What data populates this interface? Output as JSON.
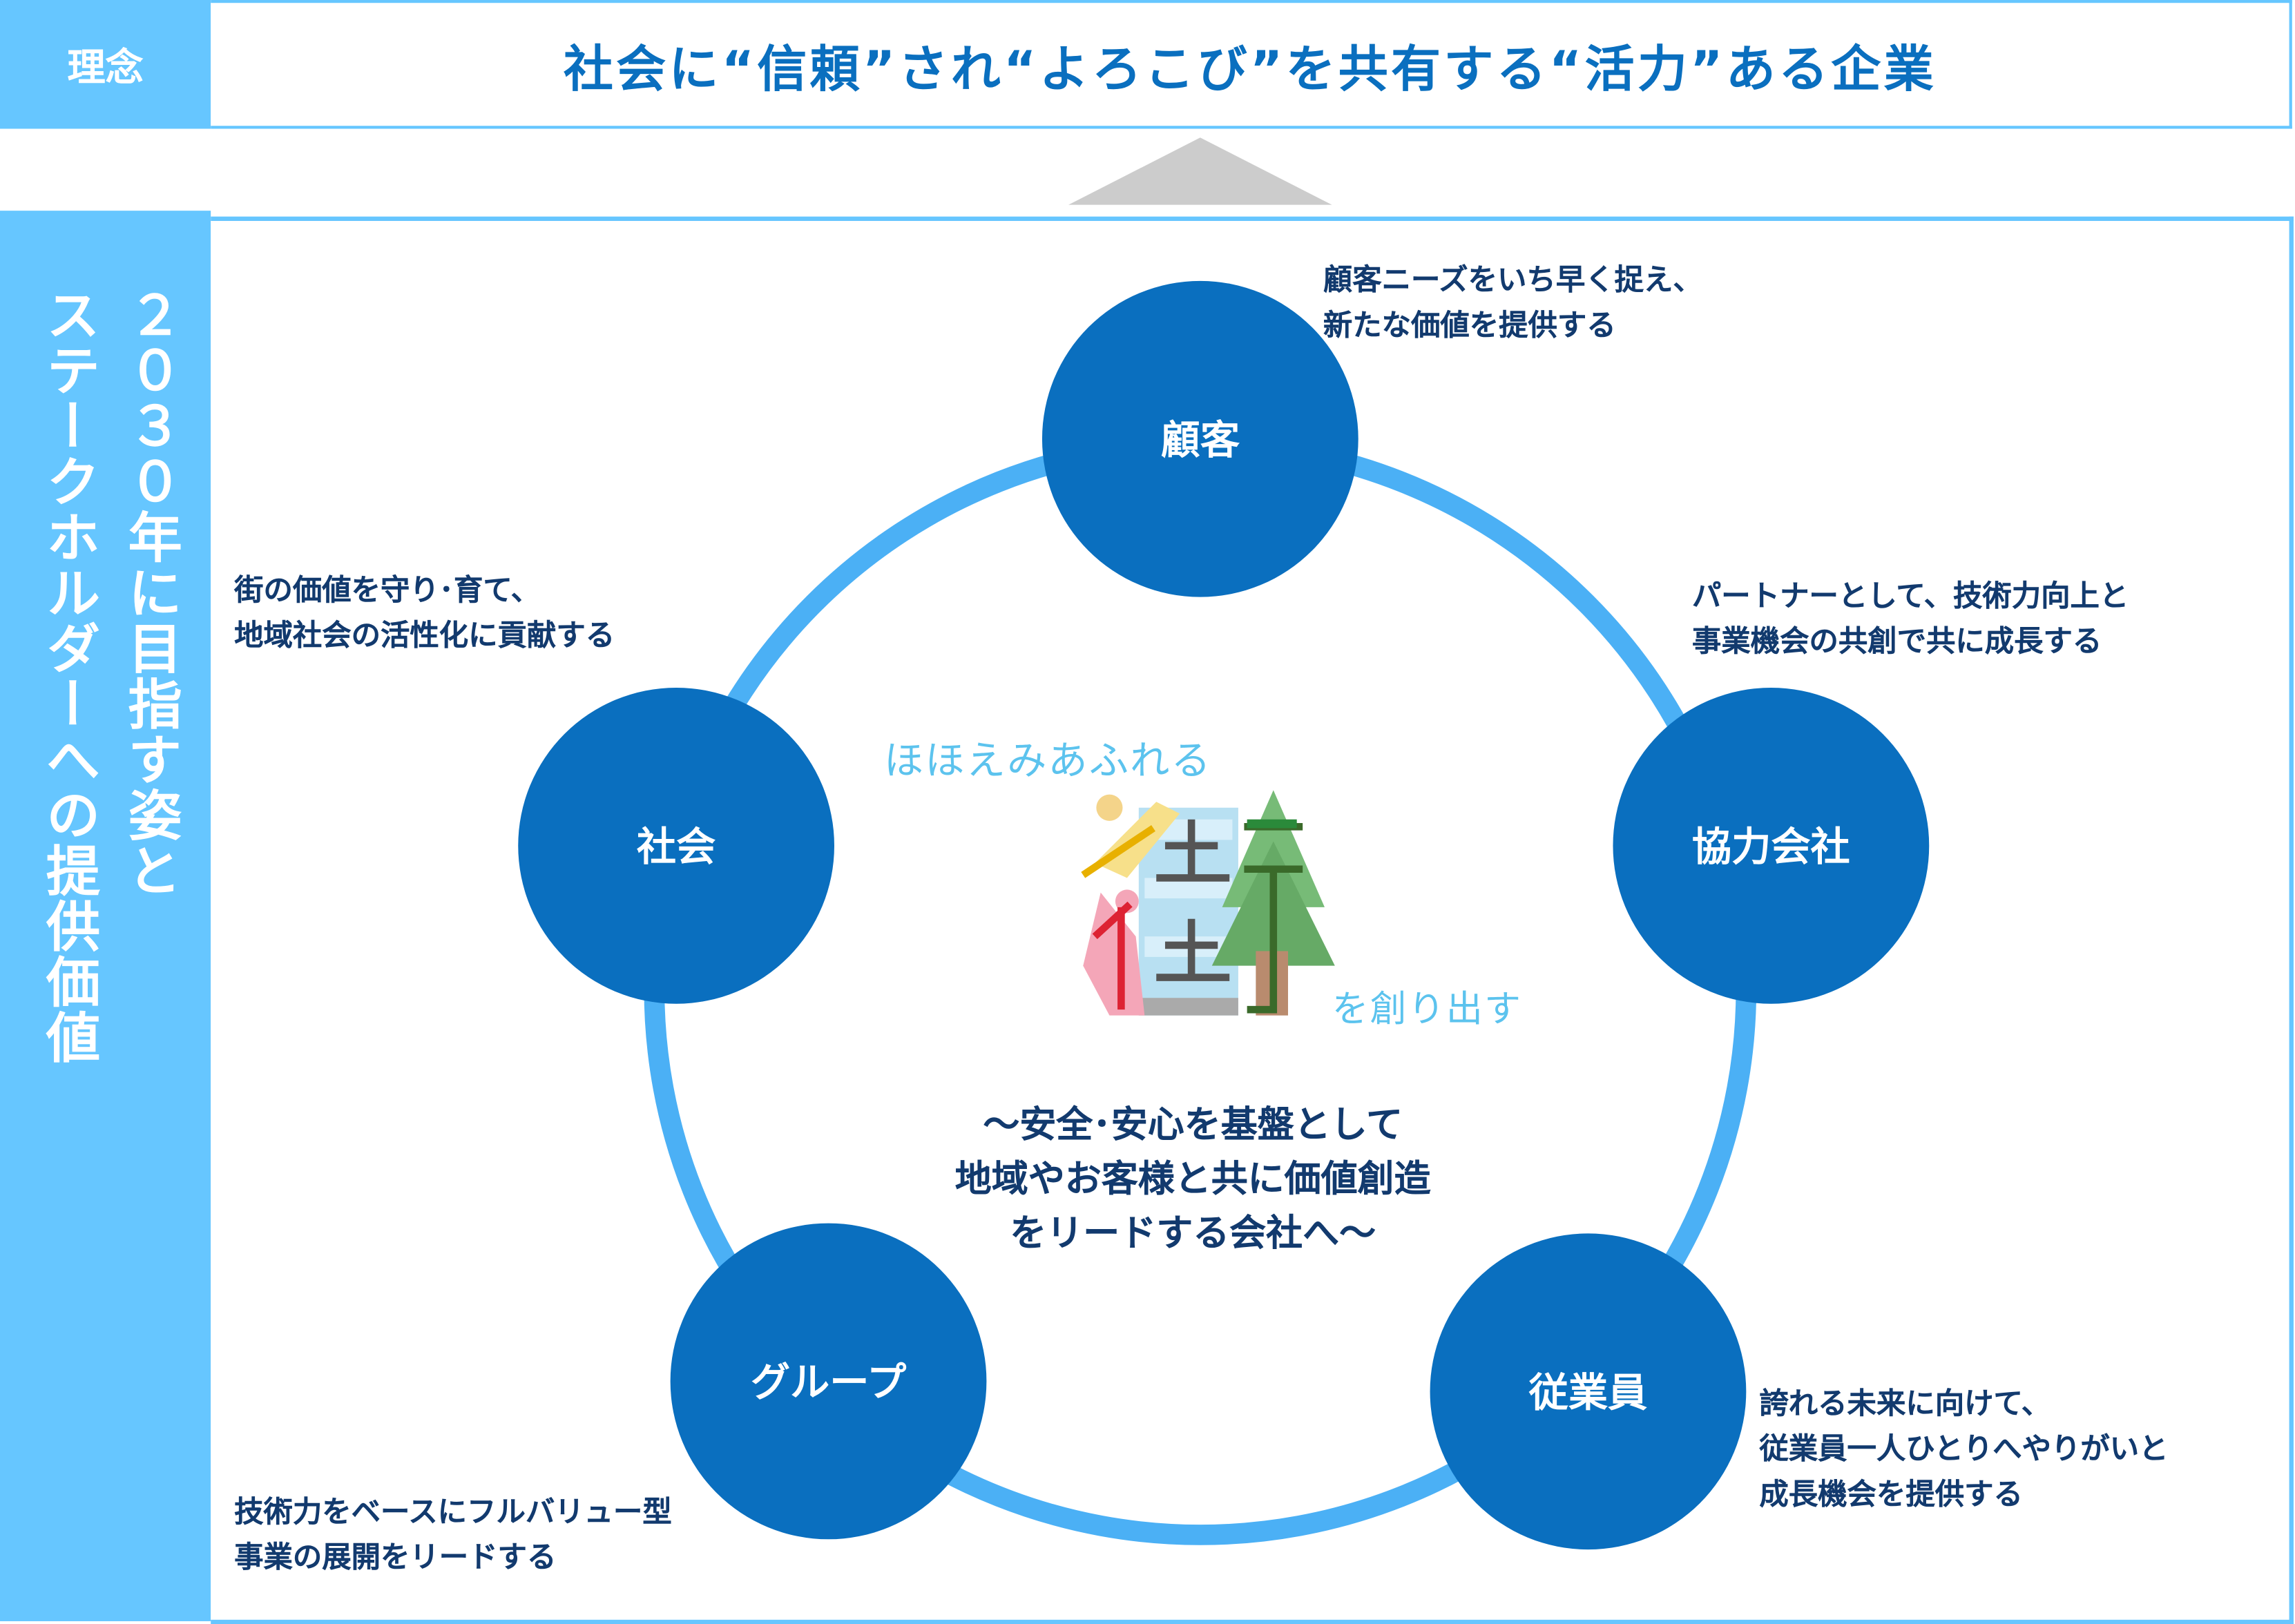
{
  "philosophy": {
    "label": "理念",
    "statement": "社会に“信頼”され“よろこび”を共有する“活力”ある企業"
  },
  "vision": {
    "label_lines": [
      "２０３０年に目指す姿と",
      "ステークホルダーへの提供価値"
    ]
  },
  "nodes": {
    "customer": {
      "label": "顧客",
      "desc": [
        "顧客ニーズをいち早く捉え、",
        "新たな価値を提供する"
      ]
    },
    "partner": {
      "label": "協力会社",
      "desc": [
        "パートナーとして、技術力向上と",
        "事業機会の共創で共に成長する"
      ]
    },
    "employee": {
      "label": "従業員",
      "desc": [
        "誇れる未来に向けて、",
        "従業員一人ひとりへやりがいと",
        "成長機会を提供する"
      ]
    },
    "group": {
      "label": "グループ",
      "desc": [
        "技術力をベースにフルバリュー型",
        "事業の展開をリードする"
      ]
    },
    "society": {
      "label": "社会",
      "desc": [
        "街の価値を守り･育て、",
        "地域社会の活性化に貢献する"
      ]
    }
  },
  "center": {
    "tagline_top": "ほほえみあふれる",
    "logo_char": "街",
    "tagline_bottom": "を創り出す",
    "mission_lines": [
      "～安全･安心を基盤として",
      "地域やお客様と共に価値創造",
      "をリードする会社へ～"
    ]
  },
  "colors": {
    "accent_light": "#66c6ff",
    "node_fill": "#0a6fbf",
    "ring": "#4bb0f5",
    "text_dark": "#123a6e",
    "arrow_gray": "#cccccc"
  }
}
